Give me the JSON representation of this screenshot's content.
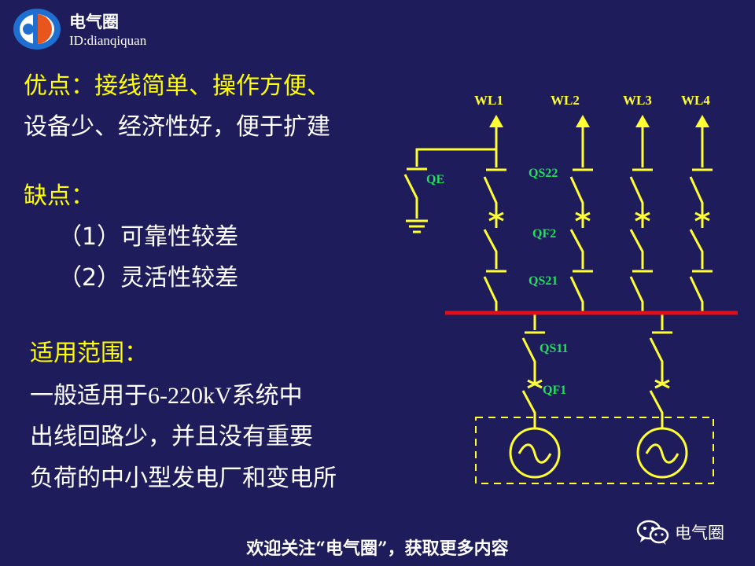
{
  "brand": {
    "name": "电气圈",
    "id_text": "ID:dianqiquan",
    "icon": "dianqiquan-logo"
  },
  "advantages": {
    "line1": "优点：接线简单、操作方便、",
    "line2": "设备少、经济性好，便于扩建"
  },
  "disadvantages": {
    "heading": "缺点：",
    "items": [
      "（1）可靠性较差",
      "（2）灵活性较差"
    ]
  },
  "scope": {
    "heading": "适用范围：",
    "line1_pre": "一般适用于",
    "line1_voltage": "6-220kV",
    "line1_post": "系统中",
    "line2": "出线回路少，并且没有重要",
    "line3": "负荷的中小型发电厂和变电所"
  },
  "diagram": {
    "outgoing_lines": [
      "WL1",
      "WL2",
      "WL3",
      "WL4"
    ],
    "labels": {
      "grounding_switch": "QE",
      "line_disconnector_bus_side": "QS21",
      "line_disconnector_line_side": "QS22",
      "line_breaker": "QF2",
      "source_disconnector": "QS11",
      "source_breaker": "QF1"
    },
    "colors": {
      "equipment": "#ffff33",
      "busbar": "#e0101a",
      "labels": "#22e05a",
      "background": "#1e1c5a"
    }
  },
  "footer": {
    "follow_text": "欢迎关注“电气圈”，获取更多内容",
    "wechat_icon": "wechat-icon",
    "wechat_name": "电气圈"
  }
}
